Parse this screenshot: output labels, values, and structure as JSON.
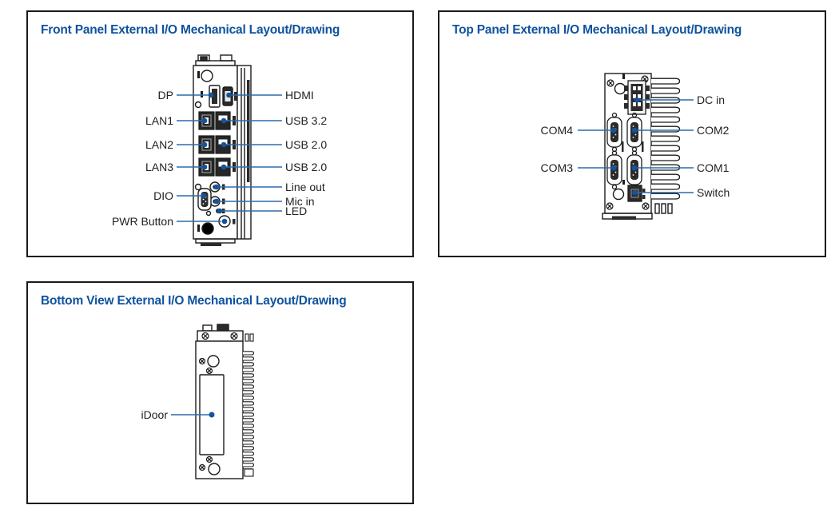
{
  "colors": {
    "panel_border": "#1a1a1a",
    "title": "#0f529e",
    "leader_line": "#2b6cab",
    "leader_dot": "#14549c",
    "label_text": "#222222"
  },
  "panels": {
    "front": {
      "title": "Front Panel External I/O Mechanical Layout/Drawing",
      "left_labels": [
        "DP",
        "LAN1",
        "LAN2",
        "LAN3",
        "DIO",
        "PWR Button"
      ],
      "right_labels": [
        "HDMI",
        "USB 3.2",
        "USB 2.0",
        "USB 2.0",
        "Line out",
        "Mic in",
        "LED"
      ]
    },
    "top": {
      "title": "Top Panel External I/O Mechanical Layout/Drawing",
      "left_labels": [
        "COM4",
        "COM3"
      ],
      "right_labels": [
        "DC in",
        "COM2",
        "COM1",
        "Switch"
      ]
    },
    "bottom": {
      "title": "Bottom View External I/O Mechanical Layout/Drawing",
      "left_labels": [
        "iDoor"
      ],
      "right_labels": []
    }
  }
}
